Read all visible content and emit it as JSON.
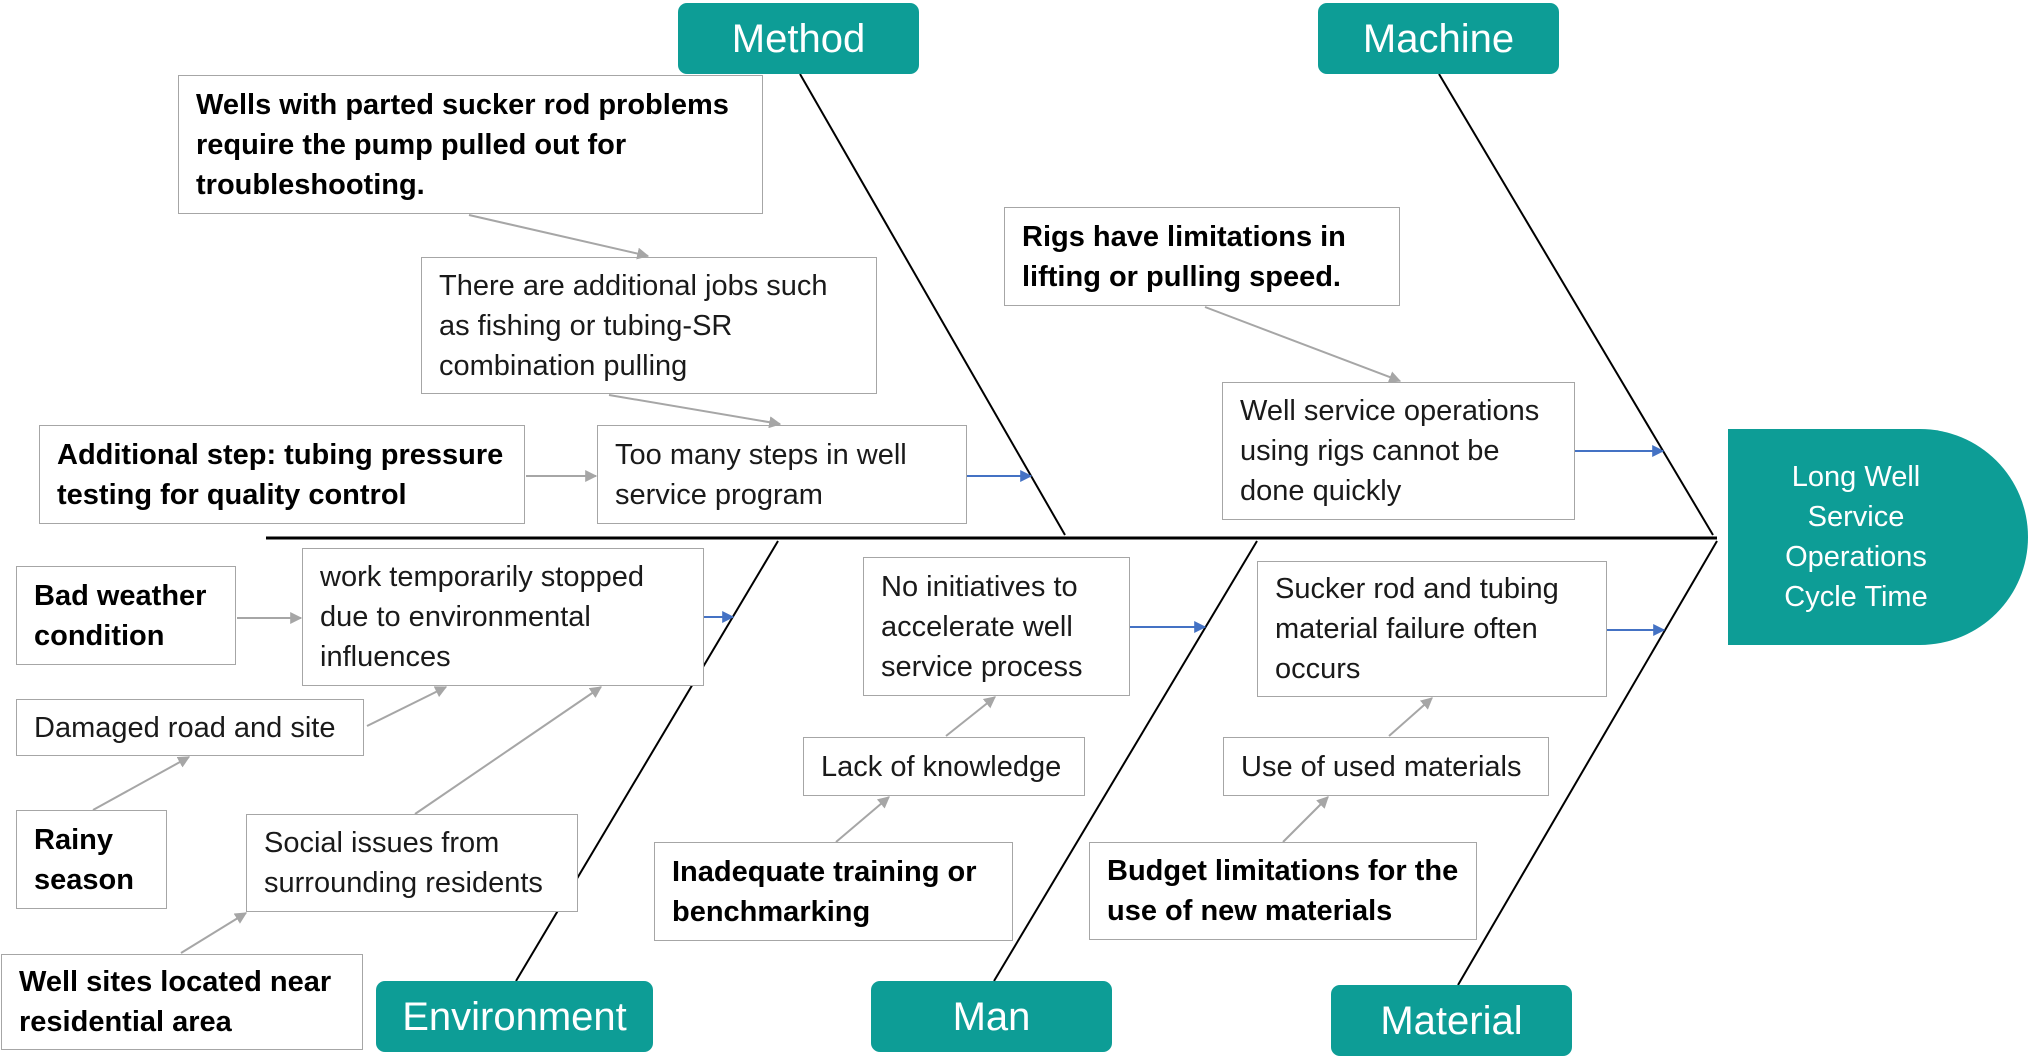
{
  "colors": {
    "header_fill": "#0d9d96",
    "header_text": "#ffffff",
    "box_border": "#a6a6a6",
    "arrow_gray": "#a6a6a6",
    "arrow_blue": "#4472c4",
    "bone_line": "#000000"
  },
  "effect": "Long Well Service Operations Cycle Time",
  "method": {
    "label": "Method",
    "causes": [
      "Wells with parted sucker rod problems require the pump pulled out for troubleshooting.",
      "There are additional jobs such as fishing or tubing-SR combination pulling",
      "Additional step: tubing pressure testing for quality control",
      "Too many steps in well service program"
    ]
  },
  "machine": {
    "label": "Machine",
    "causes": [
      "Rigs have limitations in lifting or pulling speed.",
      "Well service operations using rigs cannot be done quickly"
    ]
  },
  "environment": {
    "label": "Environment",
    "causes": [
      "Bad weather condition",
      "work temporarily stopped due to environmental influences",
      "Damaged road and site",
      "Rainy season",
      "Social issues from surrounding residents",
      "Well sites located near residential area"
    ]
  },
  "man": {
    "label": "Man",
    "causes": [
      "No initiatives to accelerate well service process",
      "Lack of knowledge",
      "Inadequate training or benchmarking"
    ]
  },
  "material": {
    "label": "Material",
    "causes": [
      "Sucker rod and tubing material failure often occurs",
      "Use of used materials",
      "Budget limitations for the use of new materials"
    ]
  }
}
